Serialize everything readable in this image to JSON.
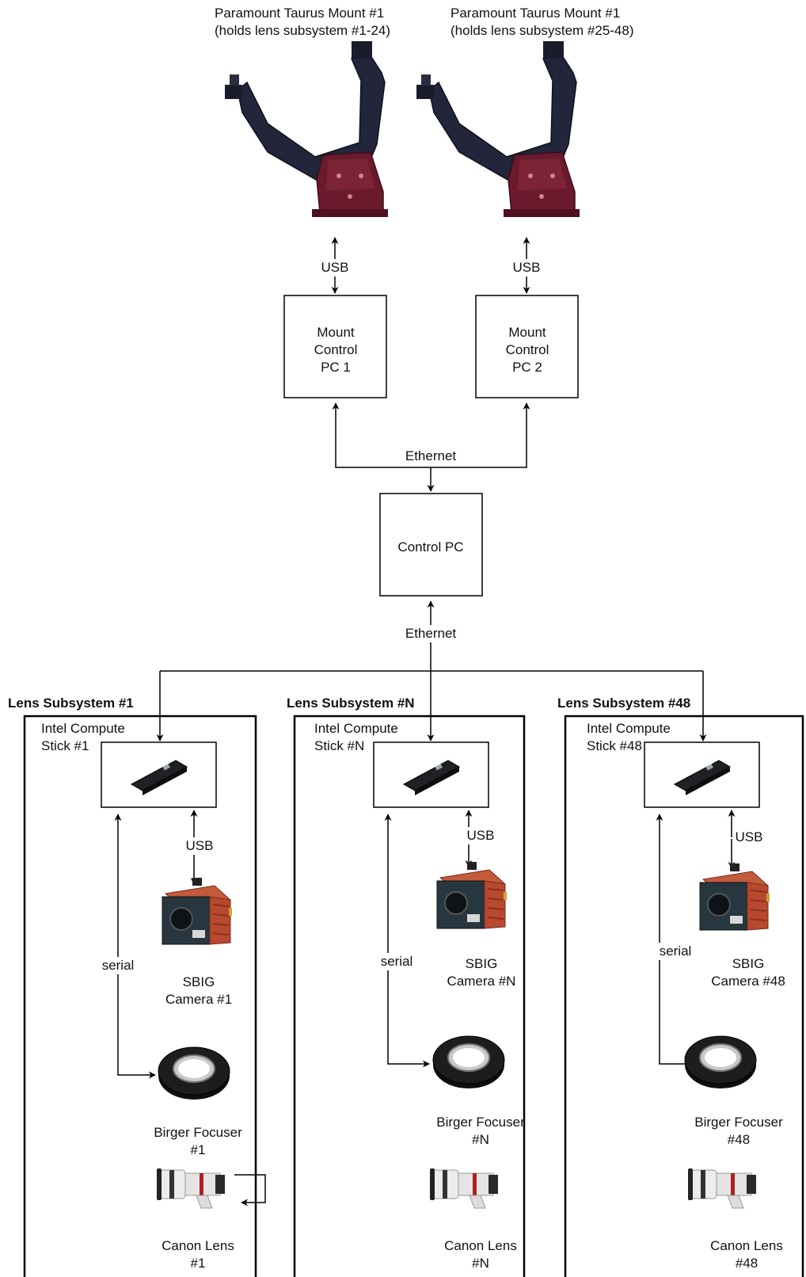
{
  "mounts": [
    {
      "title_line1": "Paramount Taurus Mount #1",
      "title_line2": "(holds lens subsystem #1-24)",
      "link_label": "USB",
      "pc_line1": "Mount",
      "pc_line2": "Control",
      "pc_line3": "PC 1"
    },
    {
      "title_line1": "Paramount Taurus Mount #1",
      "title_line2": "(holds lens subsystem #25-48)",
      "link_label": "USB",
      "pc_line1": "Mount",
      "pc_line2": "Control",
      "pc_line3": "PC 2"
    }
  ],
  "network": {
    "upper_link_label": "Ethernet",
    "control_pc_label": "Control PC",
    "lower_link_label": "Ethernet"
  },
  "subsystems": [
    {
      "title": "Lens Subsystem #1",
      "stick_line1": "Intel Compute",
      "stick_line2": "Stick #1",
      "usb_label": "USB",
      "serial_label": "serial",
      "camera_line1": "SBIG",
      "camera_line2": "Camera #1",
      "focuser_line1": "Birger Focuser",
      "focuser_line2": "#1",
      "lens_line1": "Canon Lens",
      "lens_line2": "#1"
    },
    {
      "title": "Lens Subsystem #N",
      "stick_line1": "Intel Compute",
      "stick_line2": "Stick #N",
      "usb_label": "USB",
      "serial_label": "serial",
      "camera_line1": "SBIG",
      "camera_line2": "Camera #N",
      "focuser_line1": "Birger Focuser",
      "focuser_line2": "#N",
      "lens_line1": "Canon Lens",
      "lens_line2": "#N"
    },
    {
      "title": "Lens Subsystem #48",
      "stick_line1": "Intel Compute",
      "stick_line2": "Stick #48",
      "usb_label": "USB",
      "serial_label": "serial",
      "camera_line1": "SBIG",
      "camera_line2": "Camera #48",
      "focuser_line1": "Birger Focuser",
      "focuser_line2": "#48",
      "lens_line1": "Canon Lens",
      "lens_line2": "#48"
    }
  ],
  "icons": {
    "mount": "telescope-mount-icon",
    "stick": "compute-stick-icon",
    "camera": "ccd-camera-icon",
    "focuser": "focuser-ring-icon",
    "lens": "telephoto-lens-icon"
  },
  "colors": {
    "mount_frame": "#23253a",
    "mount_base": "#6a1a2c",
    "camera_body": "#b8482e",
    "camera_front": "#27363f",
    "stick": "#202124",
    "focuser": "#1d1d1f",
    "lens_white": "#ececec",
    "line": "#000000"
  }
}
